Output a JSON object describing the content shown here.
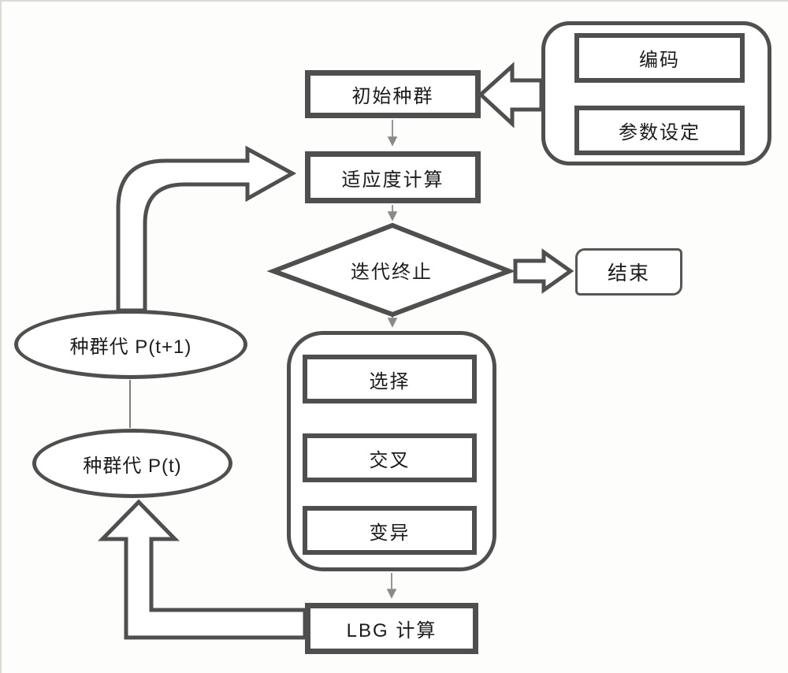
{
  "colors": {
    "node_border": "#4f4f4f",
    "thin_line": "#8a8a8a",
    "node_fill": "#ffffff",
    "page_frame": "#d7ddd3",
    "text": "#1b1b1b"
  },
  "flowchart": {
    "init_group": {
      "encoding_label": "编码",
      "params_label": "参数设定"
    },
    "initial_population_label": "初始种群",
    "fitness_label": "适应度计算",
    "termination_label": "迭代终止",
    "end_label": "结束",
    "operators_group": {
      "selection_label": "选择",
      "crossover_label": "交叉",
      "mutation_label": "变异"
    },
    "lbg_label": "LBG 计算",
    "population_next_label": "种群代 P(t+1)",
    "population_current_label": "种群代 P(t)"
  }
}
